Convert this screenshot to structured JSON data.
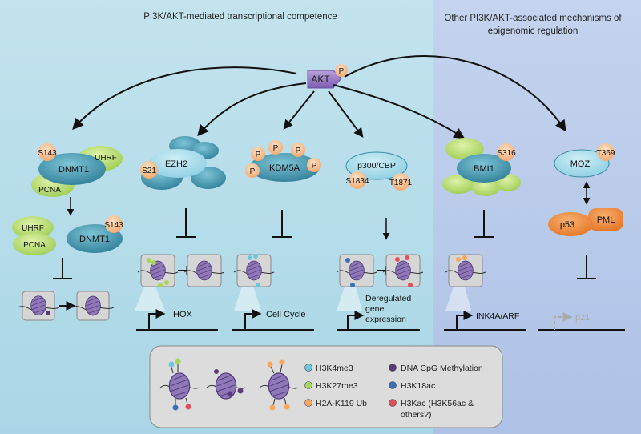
{
  "panels": {
    "left_title": "PI3K/AKT-mediated transcriptional competence",
    "right_title_line1": "Other PI3K/AKT-associated mechanisms of",
    "right_title_line2": "epigenomic regulation"
  },
  "akt": {
    "label": "AKT",
    "phospho": "P"
  },
  "dnmt1_group": {
    "dnmt1": "DNMT1",
    "uhrf": "UHRF",
    "pcna": "PCNA",
    "site": "S143",
    "dissociated_uhrf": "UHRF",
    "dissociated_pcna": "PCNA",
    "dissociated_dnmt1": "DNMT1",
    "dissociated_site": "S143"
  },
  "ezh2_group": {
    "ezh2": "EZH2",
    "site": "S21",
    "gene": "HOX"
  },
  "kdm5a_group": {
    "kdm5a": "KDM5A",
    "phospho": "P",
    "gene": "Cell Cycle"
  },
  "p300_group": {
    "p300": "p300/CBP",
    "site1": "S1834",
    "site2": "T1871",
    "gene_line1": "Deregulated",
    "gene_line2": "gene",
    "gene_line3": "expression"
  },
  "bmi1_group": {
    "bmi1": "BMI1",
    "site": "S316",
    "gene": "INK4A/ARF"
  },
  "moz_group": {
    "moz": "MOZ",
    "site": "T369",
    "p53": "p53",
    "pml": "PML",
    "gene": "p21"
  },
  "legend": {
    "items": [
      {
        "label": "H3K4me3",
        "color": "#6cc6e0"
      },
      {
        "label": "H3K27me3",
        "color": "#a8d65a"
      },
      {
        "label": "H2A-K119 Ub",
        "color": "#f5a85e"
      },
      {
        "label": "DNA CpG Methylation",
        "color": "#5a3a78"
      },
      {
        "label": "H3K18ac",
        "color": "#3a6fb6"
      },
      {
        "label": "H3Kac (H3K56ac &",
        "label_line2": "others?)",
        "color": "#e0505a"
      }
    ]
  },
  "colors": {
    "left_panel": "#b3dcea",
    "right_panel": "#b5c8e8",
    "akt": "#9a7fc4",
    "teal_protein": "#4a9ab0",
    "green_protein": "#b8dc72",
    "orange_protein": "#f08a3a",
    "phospho_site": "#f7bb8a",
    "nucleosome": "#8e78b8"
  }
}
